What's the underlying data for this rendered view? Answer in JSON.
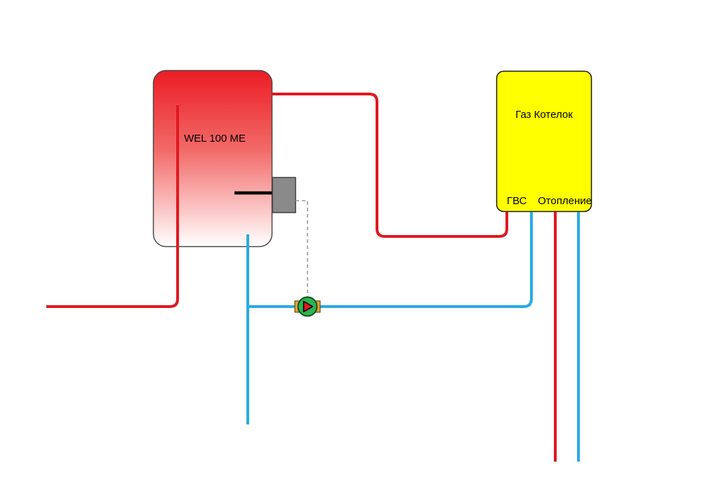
{
  "tank": {
    "label": "WEL 100 ME"
  },
  "boiler": {
    "label": "Газ Котелок",
    "ports": {
      "dhw": "ГВС",
      "heating": "Отопление"
    }
  },
  "colors": {
    "background": "#FFFFFF",
    "hot_pipe": "#E0191F",
    "cold_pipe": "#29ABE2",
    "tank_gradient_top": "#EC1C24",
    "tank_gradient_mid": "#F26A68",
    "tank_gradient_bottom": "#FFFFFF",
    "tank_border": "#4A4A4A",
    "boiler_fill": "#FFFF00",
    "boiler_border": "#1A1A1A",
    "sensor_box_fill": "#8A8A8A",
    "sensor_box_border": "#3F3F3F",
    "probe_line": "#000000",
    "dashed_link": "#999999",
    "pump_body": "#2EB452",
    "pump_border": "#174F1F",
    "pump_flange": "#F0A22E",
    "pump_flange_border": "#5B5B1E",
    "pump_arrow": "#DE1A20",
    "text": "#000000"
  }
}
